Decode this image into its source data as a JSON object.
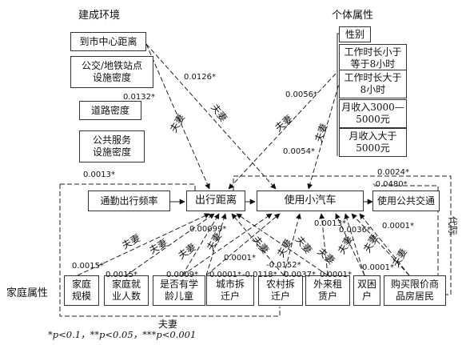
{
  "groups": {
    "built_env": "建成环境",
    "individual": "个体属性",
    "household": "家庭属性"
  },
  "built_env": [
    "到市中心距离",
    "公交/地铁站点\n设施密度",
    "道路密度",
    "公共服务\n设施密度"
  ],
  "individual": [
    "性别",
    "工作时长小于\n等于8小时",
    "工作时长大于\n8小时",
    "月收入3000—\n5000元",
    "月收入大于\n5000元"
  ],
  "outcomes": [
    "通勤出行频率",
    "出行距离",
    "使用小汽车",
    "使用公共交通"
  ],
  "household": [
    "家庭\n规模",
    "家庭就\n业人数",
    "是否有学\n龄儿童",
    "城市拆\n迁户",
    "农村拆\n迁户",
    "外来租\n赁户",
    "双困\n户",
    "购买限价商\n品房居民"
  ],
  "coefficients": [
    "0.0126*",
    "0.0132*",
    "0.0056*",
    "0.0054*",
    "0.0013*",
    "0.0024*",
    "-0.0480*",
    "0.00099*",
    "0.0015*",
    "0.0015*",
    "0.0009*",
    "0.0001*",
    "0.0001*",
    "-0.0118*",
    "-0.0152*",
    "0.0037*",
    "0.0001*",
    "0.0001*",
    "0.0013*",
    "0.0036*",
    "0.0001*"
  ],
  "relation_labels": [
    "夫妻",
    "夫妻",
    "夫妻",
    "夫妻",
    "夫妻",
    "夫妻",
    "夫妻",
    "夫妻",
    "夫妻",
    "夫妻",
    "夫妻",
    "夫妻",
    "夫妻",
    "夫妻",
    "夫妻",
    "代际",
    "夫妻"
  ],
  "footnote": "*p<0.1，**p<0.05，***p<0.001"
}
